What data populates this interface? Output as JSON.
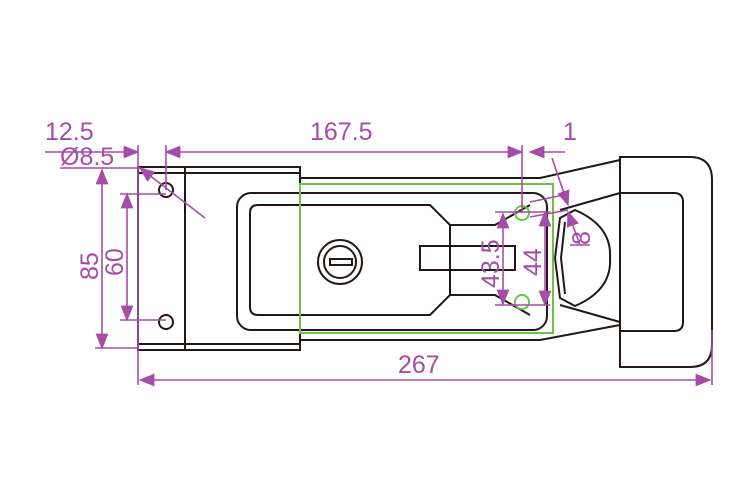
{
  "drawing": {
    "dimensions": {
      "offset": "12.5",
      "hole_diameter": "Ø8.5",
      "hole_spacing_horizontal": "167.5",
      "gap": "1",
      "base_height": "85",
      "hole_spacing_vertical": "60",
      "overall_length": "267",
      "keeper_hole_spacing": "43.5",
      "keeper_height": "44",
      "keeper_hole": "8"
    },
    "colors": {
      "dimension": "#a64ca6",
      "outline": "#231815",
      "keeper": "#6cc24a"
    }
  }
}
